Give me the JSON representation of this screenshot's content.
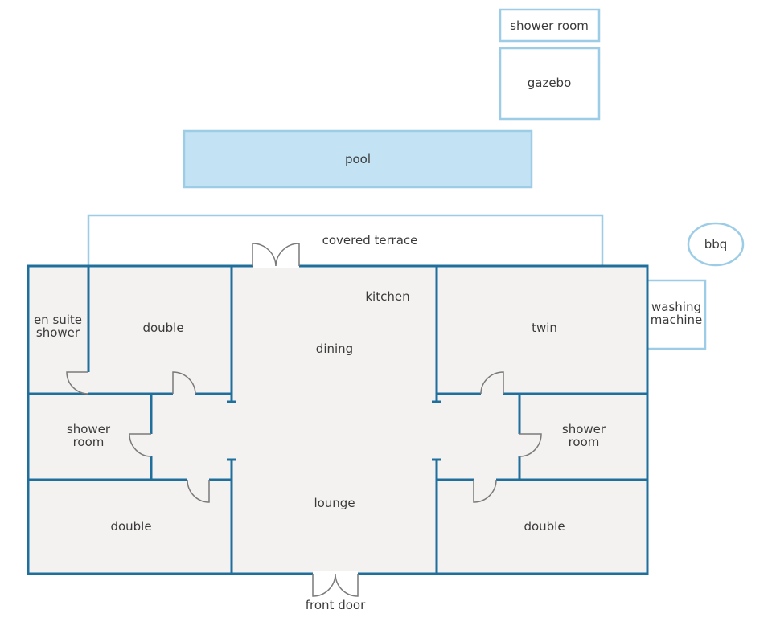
{
  "colors": {
    "wall": "#1f6f9c",
    "outdoor_outline": "#9dcde6",
    "pool_fill": "#c3e2f4",
    "floor": "#f3f2f1"
  },
  "labels": {
    "shower_room_outdoor": "shower room",
    "gazebo": "gazebo",
    "pool": "pool",
    "covered_terrace": "covered terrace",
    "bbq": "bbq",
    "washing_machine_line1": "washing",
    "washing_machine_line2": "machine",
    "kitchen": "kitchen",
    "dining": "dining",
    "lounge": "lounge",
    "en_suite_line1": "en suite",
    "en_suite_line2": "shower",
    "double_top_left": "double",
    "shower_room_left_line1": "shower",
    "shower_room_left_line2": "room",
    "double_bottom_left": "double",
    "twin": "twin",
    "shower_room_right_line1": "shower",
    "shower_room_right_line2": "room",
    "double_bottom_right": "double",
    "front_door": "front door"
  }
}
